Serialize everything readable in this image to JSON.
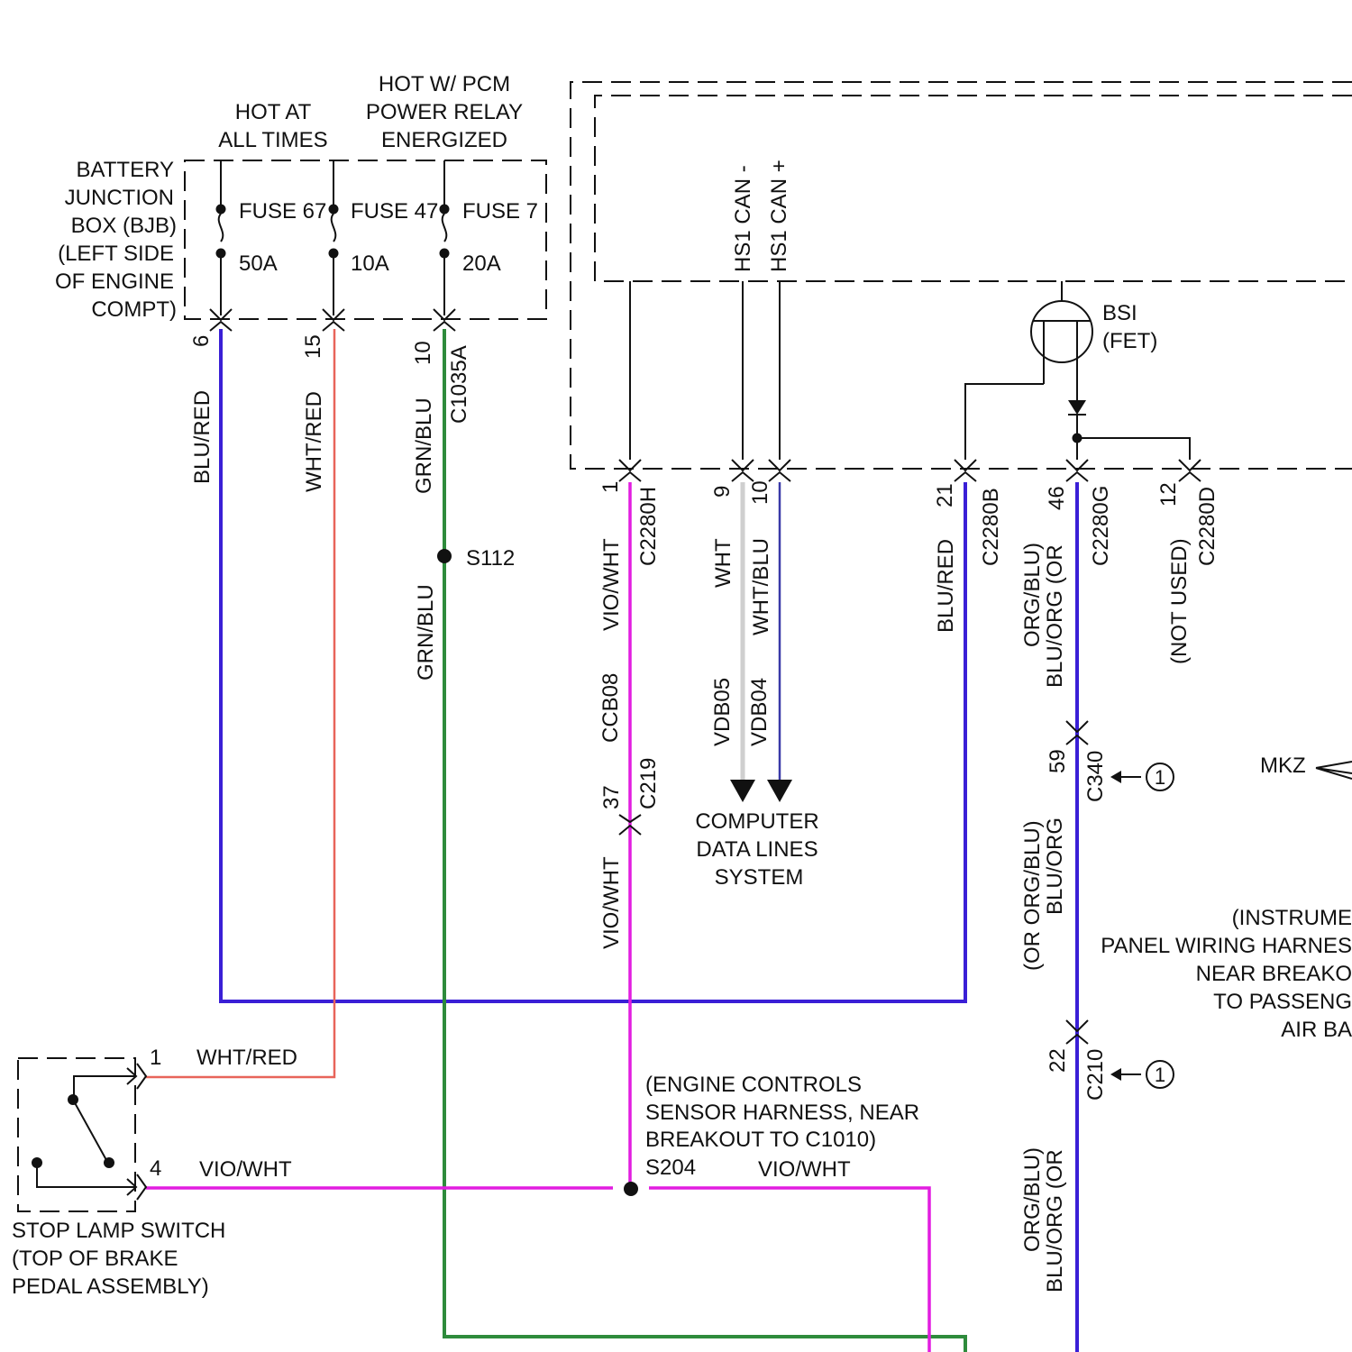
{
  "colors": {
    "blu_red": "#3a1fd6",
    "wht_red": "#e8645a",
    "grn_blu": "#2e8b3c",
    "vio_wht": "#e21de0",
    "wht": "#cfcfcf",
    "wht_blu": "#3a3aa8",
    "org_blu": "#3a1fd6",
    "edge": "#111111"
  },
  "bjb": {
    "label": [
      "BATTERY",
      "JUNCTION",
      "BOX (BJB)",
      "(LEFT SIDE",
      "OF ENGINE",
      "COMPT)"
    ],
    "hot_at_all_times": [
      "HOT AT",
      "ALL TIMES"
    ],
    "hot_pcm": [
      "HOT W/ PCM",
      "POWER RELAY",
      "ENERGIZED"
    ],
    "fuses": [
      {
        "name": "FUSE 67",
        "rating": "50A",
        "pin": "6",
        "wire": "BLU/RED"
      },
      {
        "name": "FUSE 47",
        "rating": "10A",
        "pin": "15",
        "wire": "WHT/RED"
      },
      {
        "name": "FUSE 7",
        "rating": "20A",
        "pin": "10",
        "wire": "GRN/BLU"
      }
    ],
    "connector": "C1035A"
  },
  "splice_s112": {
    "label": "S112",
    "wire_below": "GRN/BLU"
  },
  "module": {
    "can_minus": "HS1 CAN -",
    "can_plus": "HS1 CAN +",
    "bsi": [
      "BSI",
      "(FET)"
    ],
    "pins": [
      {
        "pin": "1",
        "connector": "C2280H",
        "wire": "VIO/WHT"
      },
      {
        "pin": "9",
        "wire": "WHT"
      },
      {
        "pin": "10",
        "wire": "WHT/BLU"
      },
      {
        "pin": "21",
        "connector": "C2280B",
        "wire": "BLU/RED"
      },
      {
        "pin": "46",
        "connector": "C2280G",
        "wire": [
          "ORG/BLU)",
          "BLU/ORG (OR"
        ]
      },
      {
        "pin": "12",
        "connector": "C2280D",
        "wire": "(NOT USED)"
      }
    ]
  },
  "ccb08": "CCB08",
  "c219": {
    "pin": "37",
    "connector": "C219",
    "wire_below": "VIO/WHT"
  },
  "data_lines": {
    "circuit_left": "VDB05",
    "circuit_right": "VDB04",
    "label": [
      "COMPUTER",
      "DATA LINES",
      "SYSTEM"
    ]
  },
  "c340": {
    "pin": "59",
    "connector": "C340",
    "note": "1",
    "wire_below": [
      "(OR ORG/BLU)",
      "BLU/ORG"
    ]
  },
  "mkz": "MKZ",
  "ip_harness_note": [
    "(INSTRUME",
    "PANEL WIRING HARNES",
    "NEAR BREAKO",
    "TO PASSENG",
    "AIR BA"
  ],
  "c210": {
    "pin": "22",
    "connector": "C210",
    "note": "1",
    "wire_below": [
      "ORG/BLU)",
      "BLU/ORG (OR"
    ]
  },
  "stop_lamp_switch": {
    "label": [
      "STOP LAMP SWITCH",
      "(TOP OF BRAKE",
      "PEDAL ASSEMBLY)"
    ],
    "pin1": "1",
    "pin1_wire": "WHT/RED",
    "pin4": "4",
    "pin4_wire": "VIO/WHT"
  },
  "s204": {
    "note": [
      "(ENGINE CONTROLS",
      "SENSOR HARNESS, NEAR",
      "BREAKOUT TO C1010)"
    ],
    "label": "S204",
    "wire_right": "VIO/WHT"
  }
}
